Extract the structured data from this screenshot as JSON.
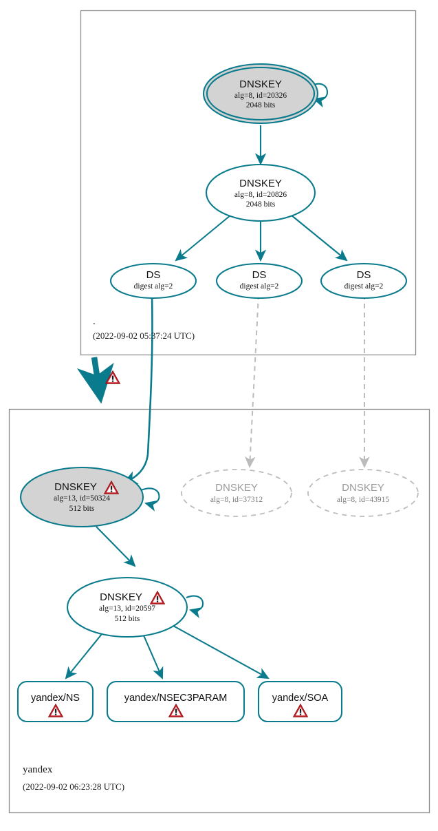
{
  "diagram": {
    "type": "dnssec-authentication-chain",
    "colors": {
      "teal": "#0a7b8c",
      "node_fill_secure": "#d3d3d3",
      "node_fill_plain": "#ffffff",
      "grayed": "#bcbcbc",
      "warning_red": "#cc2229",
      "container_border": "#8c8c8c"
    }
  },
  "zones": [
    {
      "id": "root",
      "name": ".",
      "timestamp": "(2022-09-02 05:37:24 UTC)"
    },
    {
      "id": "yandex",
      "name": "yandex",
      "timestamp": "(2022-09-02 06:23:28 UTC)"
    }
  ],
  "nodes": {
    "root_ksk": {
      "title": "DNSKEY",
      "line2": "alg=8, id=20326",
      "line3": "2048 bits",
      "state": "secure-ksk",
      "warning": false
    },
    "root_zsk": {
      "title": "DNSKEY",
      "line2": "alg=8, id=20826",
      "line3": "2048 bits",
      "state": "secure",
      "warning": false
    },
    "ds_1": {
      "title": "DS",
      "line2": "digest alg=2",
      "state": "secure",
      "warning": false
    },
    "ds_2": {
      "title": "DS",
      "line2": "digest alg=2",
      "state": "secure",
      "warning": false
    },
    "ds_3": {
      "title": "DS",
      "line2": "digest alg=2",
      "state": "secure",
      "warning": false
    },
    "yandex_ksk": {
      "title": "DNSKEY",
      "line2": "alg=13, id=50324",
      "line3": "512 bits",
      "state": "secure-ksk",
      "warning": true
    },
    "yandex_orphan_1": {
      "title": "DNSKEY",
      "line2": "alg=8, id=37312",
      "state": "grayed",
      "warning": false
    },
    "yandex_orphan_2": {
      "title": "DNSKEY",
      "line2": "alg=8, id=43915",
      "state": "grayed",
      "warning": false
    },
    "yandex_zsk": {
      "title": "DNSKEY",
      "line2": "alg=13, id=20597",
      "line3": "512 bits",
      "state": "plain",
      "warning": true
    },
    "rr_ns": {
      "title": "yandex/NS",
      "warning": true
    },
    "rr_nsec3param": {
      "title": "yandex/NSEC3PARAM",
      "warning": true
    },
    "rr_soa": {
      "title": "yandex/SOA",
      "warning": true
    }
  },
  "icons": {
    "warning": "warning-triangle-icon"
  },
  "edges": [
    {
      "from": "root_ksk",
      "to": "root_ksk",
      "style": "self-loop-teal"
    },
    {
      "from": "root_ksk",
      "to": "root_zsk",
      "style": "teal"
    },
    {
      "from": "root_zsk",
      "to": "ds_1",
      "style": "teal"
    },
    {
      "from": "root_zsk",
      "to": "ds_2",
      "style": "teal"
    },
    {
      "from": "root_zsk",
      "to": "ds_3",
      "style": "teal"
    },
    {
      "from": "ds_1",
      "to": "yandex_ksk",
      "style": "teal-curve"
    },
    {
      "from": "ds_2",
      "to": "yandex_orphan_1",
      "style": "dashed-gray"
    },
    {
      "from": "ds_3",
      "to": "yandex_orphan_2",
      "style": "dashed-gray"
    },
    {
      "from": "root",
      "to": "yandex",
      "style": "thick-teal-warning"
    },
    {
      "from": "yandex_ksk",
      "to": "yandex_ksk",
      "style": "self-loop-teal"
    },
    {
      "from": "yandex_ksk",
      "to": "yandex_zsk",
      "style": "teal"
    },
    {
      "from": "yandex_zsk",
      "to": "yandex_zsk",
      "style": "self-loop-teal"
    },
    {
      "from": "yandex_zsk",
      "to": "rr_ns",
      "style": "teal"
    },
    {
      "from": "yandex_zsk",
      "to": "rr_nsec3param",
      "style": "teal"
    },
    {
      "from": "yandex_zsk",
      "to": "rr_soa",
      "style": "teal"
    }
  ]
}
